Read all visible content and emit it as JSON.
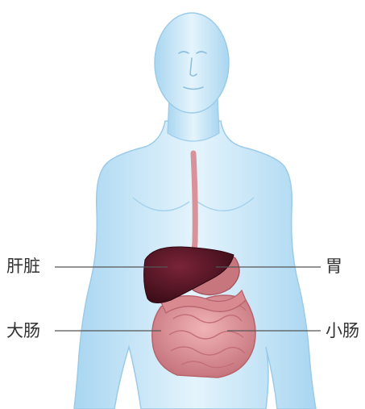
{
  "labels": {
    "liver": "肝脏",
    "stomach": "胃",
    "large_intestine": "大肠",
    "small_intestine": "小肠"
  },
  "colors": {
    "body_fill": "#bfe3f7",
    "body_edge": "#8fc7e8",
    "liver": "#5a1525",
    "esophagus": "#d9919a",
    "intestine": "#d98a90",
    "leader_line": "#555555",
    "text": "#333333"
  }
}
